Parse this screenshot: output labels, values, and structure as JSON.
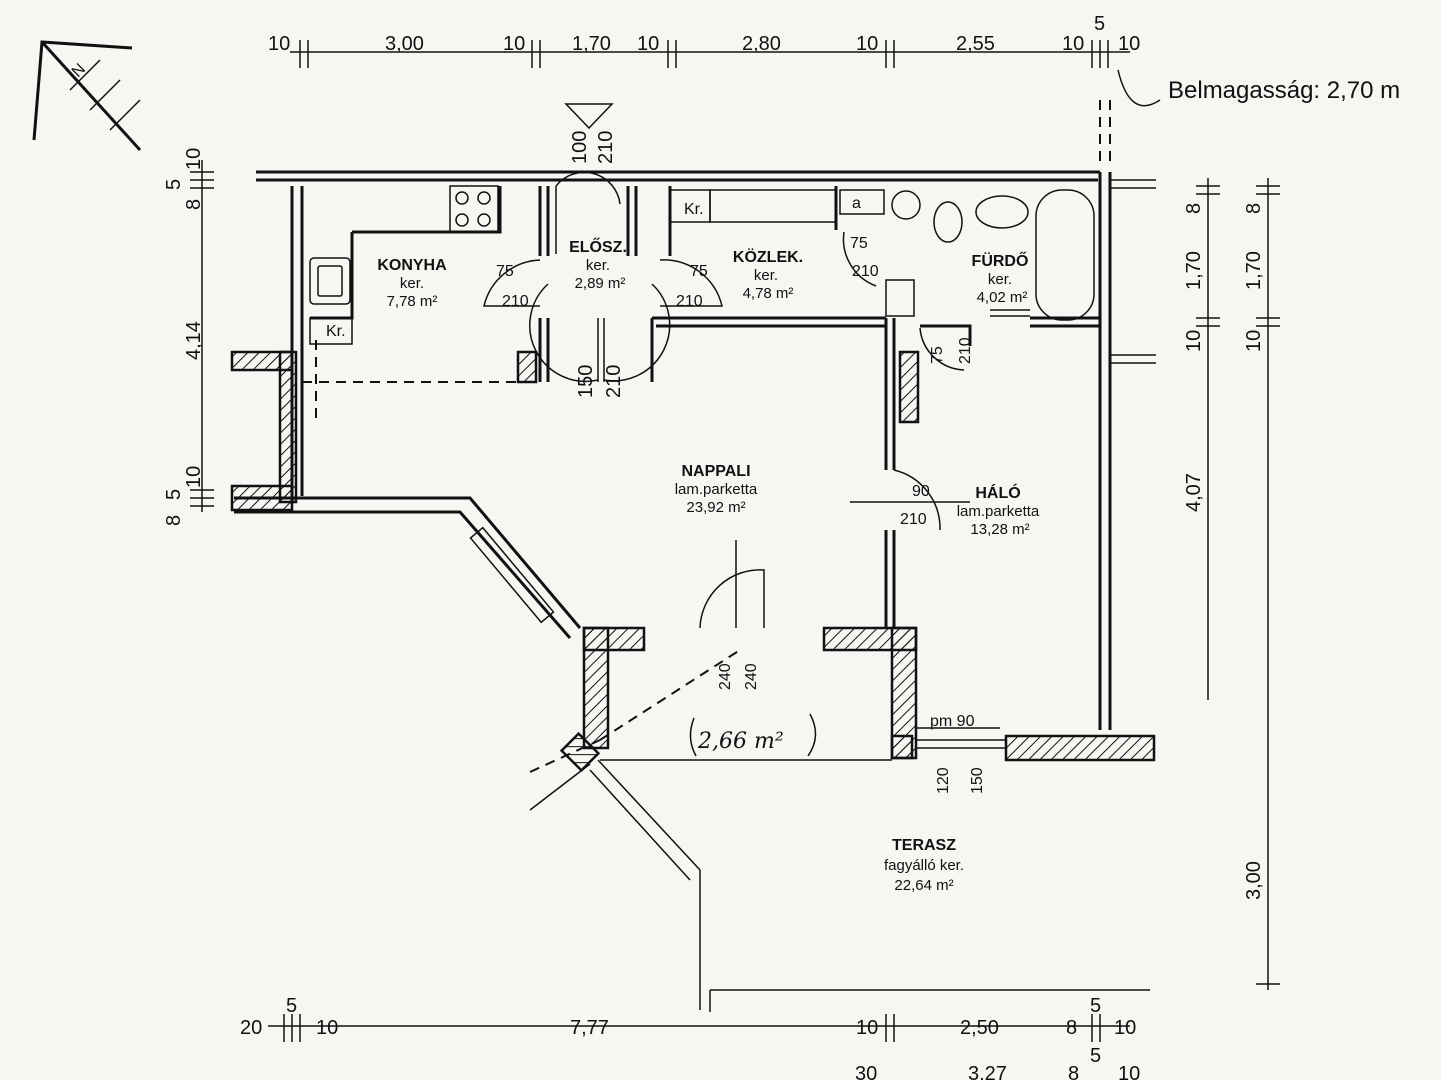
{
  "header": {
    "ceiling_height": "Belmagasság: 2,70 m"
  },
  "rooms": {
    "konyha": {
      "name": "KONYHA",
      "floor": "ker.",
      "area": "7,78 m²"
    },
    "eloter": {
      "name": "ELŐSZ.",
      "floor": "ker.",
      "area": "2,89 m²"
    },
    "kozlek": {
      "name": "KÖZLEK.",
      "floor": "ker.",
      "area": "4,78 m²"
    },
    "furdo": {
      "name": "FÜRDŐ",
      "floor": "ker.",
      "area": "4,02 m²"
    },
    "nappali": {
      "name": "NAPPALI",
      "floor": "lam.parketta",
      "area": "23,92 m²"
    },
    "halo": {
      "name": "HÁLÓ",
      "floor": "lam.parketta",
      "area": "13,28 m²"
    },
    "terasz": {
      "name": "TERASZ",
      "floor": "fagyálló ker.",
      "area": "22,64 m²"
    }
  },
  "handwritten_area": "2,66 m²",
  "labels": {
    "kr_kitchen": "Kr.",
    "kr_hall": "Kr.",
    "wash": "a"
  },
  "dims_top": [
    "10",
    "3,00",
    "10",
    "1,70",
    "10",
    "2,80",
    "10",
    "2,55",
    "10",
    "5",
    "10"
  ],
  "dims_bottom": [
    "20",
    "5",
    "10",
    "7,77",
    "10",
    "2,50",
    "8",
    "5",
    "10",
    "5"
  ],
  "dims_bottom2": [
    "30",
    "3,27",
    "8",
    "10"
  ],
  "dims_left": [
    "10",
    "5",
    "8",
    "4,14",
    "10",
    "5",
    "8"
  ],
  "dims_right1": [
    "8",
    "1,70",
    "10",
    "4,07"
  ],
  "dims_right2": [
    "8",
    "1,70",
    "10",
    "3,00"
  ],
  "door_dims": {
    "entry": [
      "100",
      "210"
    ],
    "living": [
      "150",
      "210"
    ],
    "eloszl_left": [
      "75",
      "210"
    ],
    "eloszl_right": [
      "75",
      "210"
    ],
    "kozlek_door": [
      "75",
      "210"
    ],
    "bath_door": [
      "75",
      "210"
    ],
    "bedroom": [
      "90",
      "210"
    ],
    "window": [
      "240",
      "240"
    ],
    "terrace": [
      "120",
      "150"
    ],
    "terrace_win": "pm 90"
  }
}
